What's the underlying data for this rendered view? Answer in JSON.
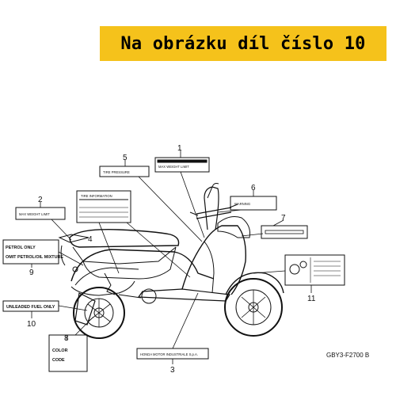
{
  "banner": {
    "text": "Na obrázku díl číslo 10",
    "color": "#f5c21b"
  },
  "callouts": [
    "1",
    "2",
    "3",
    "4",
    "5",
    "6",
    "7",
    "8",
    "9",
    "10",
    "11"
  ],
  "labels": {
    "max_weight": "MAX WEIGHT LIMIT",
    "max_weight_2": "MAX WEIGHT LIMIT",
    "tire_info": "TIRE INFORMATION",
    "tire_pressure": "TIRE PRESSURE",
    "petrol_only": "PETROL ONLY",
    "petrol_oil": "OMIT PETROL/OIL MIXTURE",
    "unleaded": "UNLEADED FUEL ONLY",
    "color": "COLOR",
    "code": "CODE",
    "honda": "HONDA MOTOR INDUSTRIALE S.p.A.",
    "warning": "WARNING"
  },
  "diagram_code": "GBY3-F2700 B"
}
